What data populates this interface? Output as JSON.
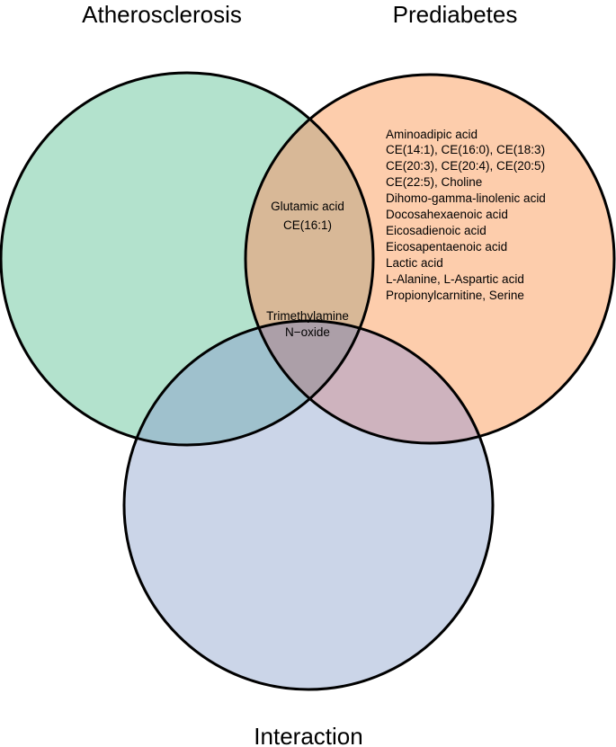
{
  "sets": [
    {
      "name": "Atherosclerosis",
      "color": "#b3e2cd"
    },
    {
      "name": "Prediabetes",
      "color": "#fdcdac"
    },
    {
      "name": "Interaction",
      "color": "#cbd5e8"
    }
  ],
  "regions": {
    "prediabetes_only": [
      "Aminoadipic acid",
      "CE(14:1), CE(16:0), CE(18:3)",
      "CE(20:3), CE(20:4), CE(20:5)",
      "CE(22:5), Choline",
      "Dihomo-gamma-linolenic acid",
      "Docosahexaenoic acid",
      "Eicosadienoic acid",
      "Eicosapentaenoic acid",
      "Lactic acid",
      "L-Alanine, L-Aspartic acid",
      "Propionylcarnitine, Serine"
    ],
    "atherosclerosis_prediabetes": [
      "Glutamic acid",
      "CE(16:1)"
    ],
    "all_three": [
      "Trimethylamine",
      "N−oxide"
    ]
  }
}
